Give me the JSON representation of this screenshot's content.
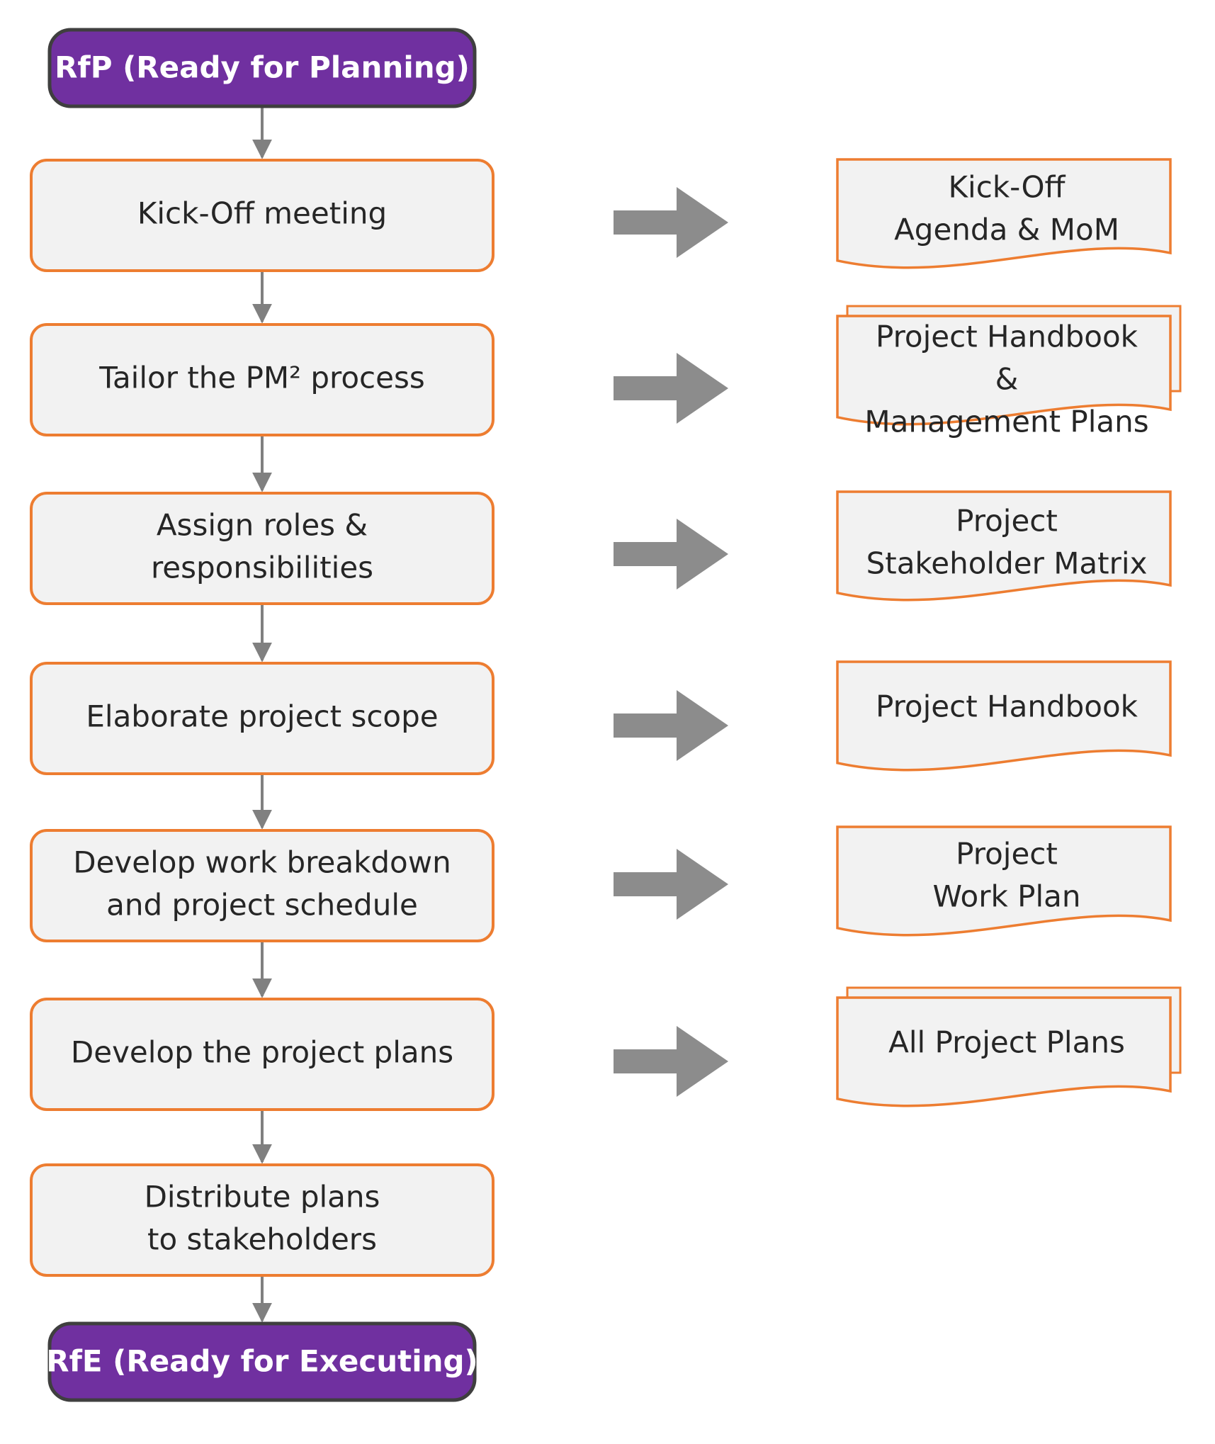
{
  "colors": {
    "terminal_fill": "#7030a0",
    "terminal_stroke": "#3f3f3f",
    "step_fill": "#f2f2f2",
    "step_stroke": "#ed7d31",
    "doc_fill": "#f2f2f2",
    "doc_stroke": "#ed7d31",
    "connector": "#808080",
    "big_arrow": "#8c8c8c",
    "text": "#262626"
  },
  "start": {
    "label": "RfP (Ready for Planning)"
  },
  "end": {
    "label": "RfE (Ready for Executing)"
  },
  "steps": [
    {
      "lines": [
        "Kick-Off meeting"
      ]
    },
    {
      "lines": [
        "Tailor the PM² process"
      ]
    },
    {
      "lines": [
        "Assign roles &",
        "responsibilities"
      ]
    },
    {
      "lines": [
        "Elaborate project scope"
      ]
    },
    {
      "lines": [
        "Develop work breakdown",
        "and project schedule"
      ]
    },
    {
      "lines": [
        "Develop the project plans"
      ]
    },
    {
      "lines": [
        "Distribute plans",
        "to stakeholders"
      ]
    }
  ],
  "outputs": [
    {
      "lines": [
        "Kick-Off",
        "Agenda & MoM"
      ],
      "stacked": false
    },
    {
      "lines": [
        "Project Handbook",
        "&",
        "Management Plans"
      ],
      "stacked": true
    },
    {
      "lines": [
        "Project",
        "Stakeholder Matrix"
      ],
      "stacked": false
    },
    {
      "lines": [
        "Project Handbook"
      ],
      "stacked": false
    },
    {
      "lines": [
        "Project",
        "Work Plan"
      ],
      "stacked": false
    },
    {
      "lines": [
        "All Project Plans"
      ],
      "stacked": true
    }
  ]
}
